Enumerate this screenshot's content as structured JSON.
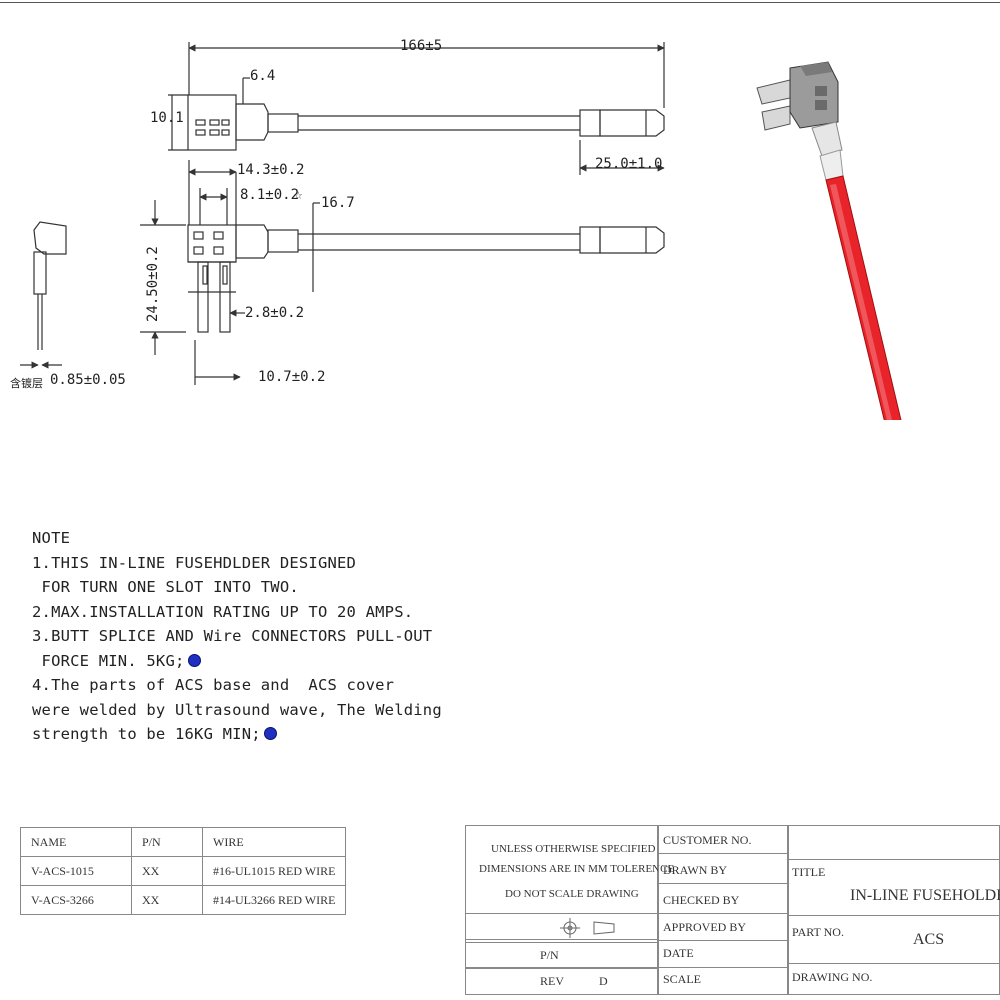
{
  "dimensions": {
    "overall_length": "166±5",
    "top_offset": "6.4",
    "height_left": "10.1",
    "connector_length": "25.0±1.0",
    "width_1": "14.3±0.2",
    "width_2": "8.1±0.2",
    "star_mark": "☆",
    "offset_2": "16.7",
    "total_height": "24.50±0.2",
    "blade_width": "2.8±0.2",
    "base_width": "10.7±0.2",
    "plating_label": "含镀层",
    "pin_thickness": "0.85±0.05"
  },
  "notes": {
    "heading": "NOTE",
    "lines": [
      "1.THIS IN-LINE FUSEHDLDER DESIGNED",
      " FOR TURN ONE SLOT INTO TWO.",
      "2.MAX.INSTALLATION RATING UP TO 20 AMPS.",
      "3.BUTT SPLICE AND Wire CONNECTORS PULL-OUT",
      " FORCE MIN. 5KG;",
      "4.The parts of ACS base and  ACS cover",
      "were welded by Ultrasound wave, The Welding",
      "strength to be 16KG MIN;"
    ]
  },
  "wire_table": {
    "headers": [
      "NAME",
      "P/N",
      "WIRE"
    ],
    "rows": [
      [
        "V-ACS-1015",
        "XX",
        "#16-UL1015 RED WIRE"
      ],
      [
        "V-ACS-3266",
        "XX",
        "#14-UL3266 RED WIRE"
      ]
    ]
  },
  "title_block": {
    "spec_line1": "UNLESS OTHERWISE SPECIFIED",
    "spec_line2": "DIMENSIONS ARE IN MM TOLERENCE",
    "spec_line3": "DO NOT SCALE DRAWING",
    "pn_label": "P/N",
    "rev_label": "REV",
    "rev_value": "D",
    "customer_no": "CUSTOMER NO.",
    "drawn_by": "DRAWN BY",
    "checked_by": "CHECKED BY",
    "approved_by": "APPROVED BY",
    "date": "DATE",
    "scale": "SCALE",
    "title_label": "TITLE",
    "title_value": "IN-LINE FUSEHOLDER",
    "part_no_label": "PART NO.",
    "part_no_value": "ACS",
    "drawing_no_label": "DRAWING NO."
  },
  "colors": {
    "wire_red": "#e8242a",
    "connector_blue": "#1b3fb0",
    "bullet_blue": "#1f2fbf"
  }
}
